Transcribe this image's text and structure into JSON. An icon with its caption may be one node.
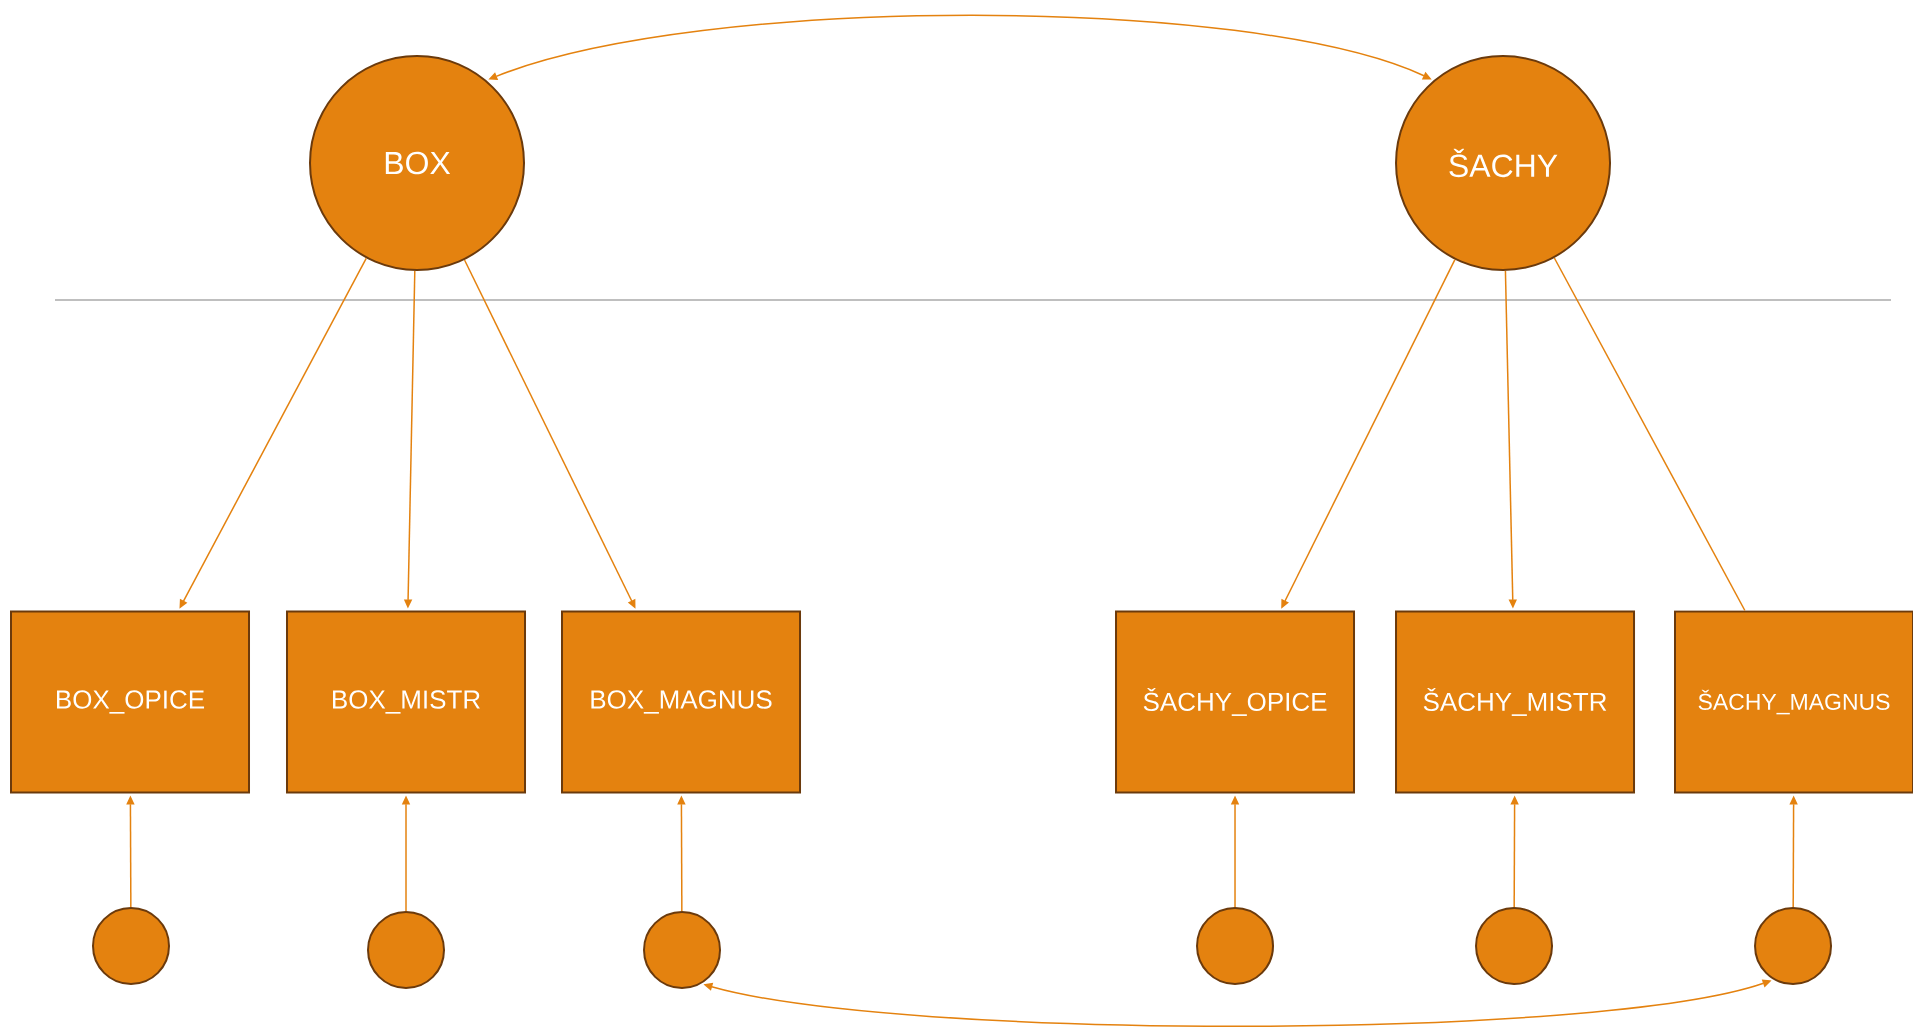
{
  "diagram": {
    "nodes": [
      {
        "text": [
          "BOX"
        ]
      },
      {
        "text": [
          "ŠACHY"
        ]
      },
      {
        "text": [
          "BOX_OPICE"
        ]
      },
      {
        "text": [
          "BOX_MISTR"
        ]
      },
      {
        "text": [
          "BOX_MAGNUS"
        ]
      },
      {
        "text": [
          "ŠACHY_OPICE"
        ]
      },
      {
        "text": [
          "ŠACHY_MISTR"
        ]
      },
      {
        "text": [
          "ŠACHY_MAGNUS"
        ]
      },
      {
        "text": [],
        "shape": "circle"
      },
      {
        "text": [],
        "shape": "circle"
      },
      {
        "text": [],
        "shape": "circle"
      },
      {
        "text": [],
        "shape": "circle"
      },
      {
        "text": [],
        "shape": "circle"
      },
      {
        "text": [],
        "shape": "circle"
      }
    ],
    "edges": [
      {
        "from": 0,
        "to": 1,
        "arrow": "both"
      },
      {
        "from": 0,
        "to": 2,
        "arrow": "to"
      },
      {
        "from": 0,
        "to": 3,
        "arrow": "to"
      },
      {
        "from": 0,
        "to": 4,
        "arrow": "to"
      },
      {
        "from": 1,
        "to": 5,
        "arrow": "to"
      },
      {
        "from": 1,
        "to": 6,
        "arrow": "to"
      },
      {
        "from": 1,
        "to": 7,
        "arrow": "none"
      },
      {
        "from": 8,
        "to": 2,
        "arrow": "to"
      },
      {
        "from": 9,
        "to": 3,
        "arrow": "to"
      },
      {
        "from": 10,
        "to": 4,
        "arrow": "to"
      },
      {
        "from": 11,
        "to": 5,
        "arrow": "to"
      },
      {
        "from": 12,
        "to": 6,
        "arrow": "to"
      },
      {
        "from": 13,
        "to": 7,
        "arrow": "to"
      },
      {
        "from": 10,
        "to": 13,
        "arrow": "both"
      }
    ]
  }
}
